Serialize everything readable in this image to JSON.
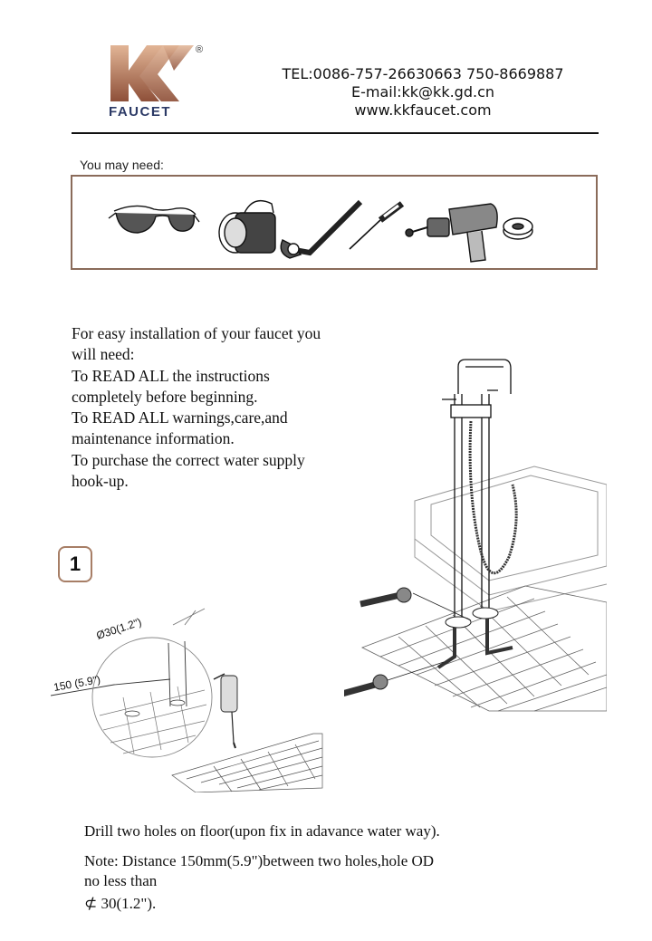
{
  "header": {
    "logo_letters": "KK",
    "logo_registered": "®",
    "logo_word": "FAUCET",
    "tel": "TEL:0086-757-26630663 750-8669887",
    "email": "E-mail:kk@kk.gd.cn",
    "web": "www.kkfaucet.com"
  },
  "tools": {
    "label": "You may need:",
    "items": [
      "safety-glasses-icon",
      "flashlight-icon",
      "adjustable-wrench-icon",
      "screwdriver-icon",
      "power-drill-icon",
      "plumber-tape-icon"
    ]
  },
  "intro": {
    "lines": [
      "For easy installation of your  faucet you",
      "will need:",
      "To READ ALL the instructions",
      "completely before beginning.",
      "To READ ALL warnings,care,and",
      "maintenance information.",
      "To purchase the correct water supply",
      "hook-up."
    ]
  },
  "step": {
    "number": "1",
    "dim_hole": "Ø30(1.2\")",
    "dim_distance": "150 (5.9\")",
    "caption_1": "Drill two holes on floor(upon fix in adavance water way).",
    "caption_2_line_1": "Note: Distance 150mm(5.9\")between two holes,hole OD",
    "caption_2_line_2": "no less than",
    "caption_2_line_3": "  ⊄ 30(1.2\")."
  },
  "colors": {
    "logo_gradient_top": "#d9a88a",
    "logo_gradient_bottom": "#9a5b42",
    "box_border": "#8a6b5a",
    "badge_border": "#a77e66"
  }
}
